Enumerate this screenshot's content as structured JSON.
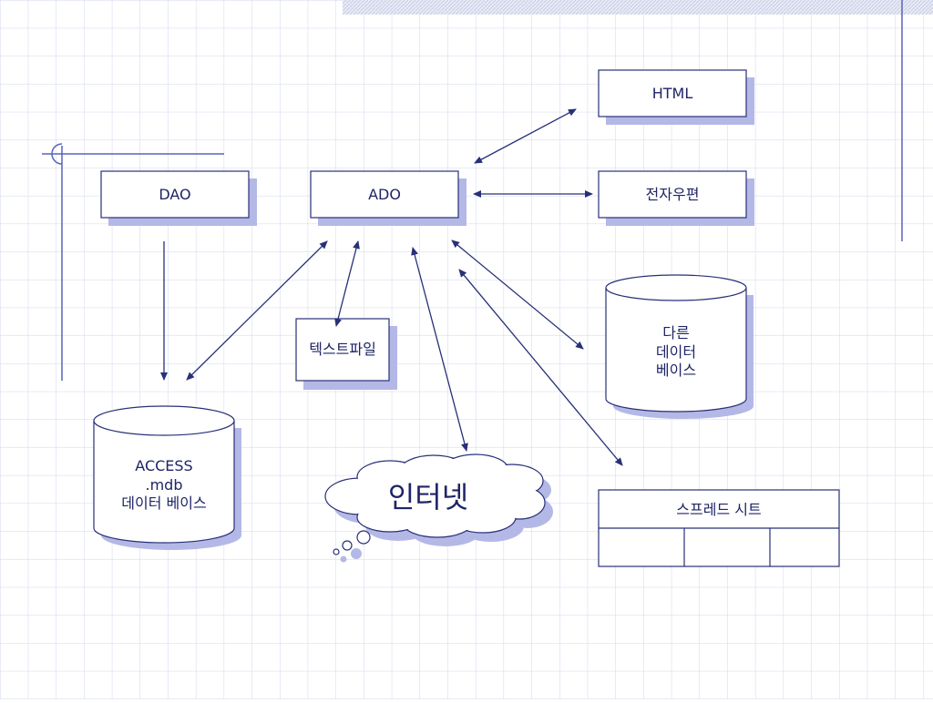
{
  "boxes": {
    "html": "HTML",
    "dao": "DAO",
    "ado": "ADO",
    "email": "전자우편",
    "textfile": "텍스트파일"
  },
  "cylinders": {
    "access": [
      "ACCESS",
      ".mdb",
      "데이터 베이스"
    ],
    "other_db": [
      "다른",
      "데이터",
      "베이스"
    ]
  },
  "cloud": {
    "label": "인터넷"
  },
  "spreadsheet": {
    "title": "스프레드 시트"
  },
  "colors": {
    "line": "#283078",
    "shadow": "#b4b8e6",
    "grid": "#d2d7ee",
    "accent": "#5865b8",
    "hatch": "#dde2f0"
  }
}
